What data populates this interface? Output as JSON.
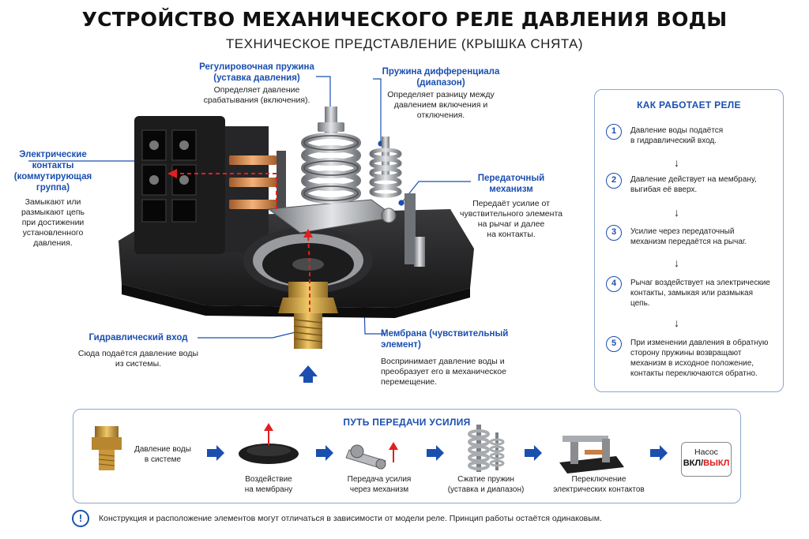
{
  "title": "УСТРОЙСТВО МЕХАНИЧЕСКОГО РЕЛЕ ДАВЛЕНИЯ ВОДЫ",
  "subtitle": "ТЕХНИЧЕСКОЕ ПРЕДСТАВЛЕНИЕ (КРЫШКА СНЯТА)",
  "callouts": {
    "adjust_spring": {
      "title1": "Регулировочная пружина",
      "title2": "(уставка давления)",
      "desc1": "Определяет давление",
      "desc2": "срабатывания (включения)."
    },
    "diff_spring": {
      "title1": "Пружина дифференциала",
      "title2": "(диапазон)",
      "desc1": "Определяет разницу между",
      "desc2": "давлением включения и",
      "desc3": "отключения."
    },
    "contacts": {
      "title1": "Электрические",
      "title2": "контакты",
      "title3": "(коммутирующая",
      "title4": "группа)",
      "desc1": "Замыкают или",
      "desc2": "размыкают цепь",
      "desc3": "при достижении",
      "desc4": "установленного",
      "desc5": "давления."
    },
    "transmission": {
      "title1": "Передаточный",
      "title2": "механизм",
      "desc1": "Передаёт усилие от",
      "desc2": "чувствительного элемента",
      "desc3": "на рычаг и далее",
      "desc4": "на контакты."
    },
    "hydraulic": {
      "title": "Гидравлический вход",
      "desc1": "Сюда подаётся давление воды",
      "desc2": "из системы."
    },
    "membrane": {
      "title": "Мембрана (чувствительный элемент)",
      "desc1": "Воспринимает давление воды и",
      "desc2": "преобразует его в механическое",
      "desc3": "перемещение."
    }
  },
  "how_it_works": {
    "title": "КАК РАБОТАЕТ РЕЛЕ",
    "steps": [
      {
        "n": "1",
        "l1": "Давление воды подаётся",
        "l2": "в гидравлический вход.",
        "l3": ""
      },
      {
        "n": "2",
        "l1": "Давление действует на мембрану,",
        "l2": "выгибая её вверх.",
        "l3": ""
      },
      {
        "n": "3",
        "l1": "Усилие через передаточный",
        "l2": "механизм передаётся на рычаг.",
        "l3": ""
      },
      {
        "n": "4",
        "l1": "Рычаг воздействует на электрические",
        "l2": "контакты, замыкая или размыкая",
        "l3": "цепь."
      },
      {
        "n": "5",
        "l1": "При изменении давления в обратную",
        "l2": "сторону пружины возвращают",
        "l3": "механизм в исходное положение,",
        "l4": "контакты переключаются обратно."
      }
    ]
  },
  "force_path": {
    "title": "ПУТЬ ПЕРЕДАЧИ УСИЛИЯ",
    "items": [
      {
        "l1": "Давление воды",
        "l2": "в системе"
      },
      {
        "l1": "Воздействие",
        "l2": "на мембрану"
      },
      {
        "l1": "Передача усилия",
        "l2": "через механизм"
      },
      {
        "l1": "Сжатие пружин",
        "l2": "(уставка и диапазон)"
      },
      {
        "l1": "Переключение",
        "l2": "электрических контактов"
      }
    ],
    "pump": {
      "label": "Насос",
      "on": "ВКЛ",
      "sep": "/",
      "off": "ВЫКЛ"
    }
  },
  "note": {
    "icon": "!",
    "text": "Конструкция и расположение элементов могут отличаться в зависимости от модели реле. Принцип работы остаётся одинаковым."
  },
  "colors": {
    "accent": "#1a4fb0",
    "off_red": "#d81c1c",
    "arrow_red": "#e02020"
  }
}
